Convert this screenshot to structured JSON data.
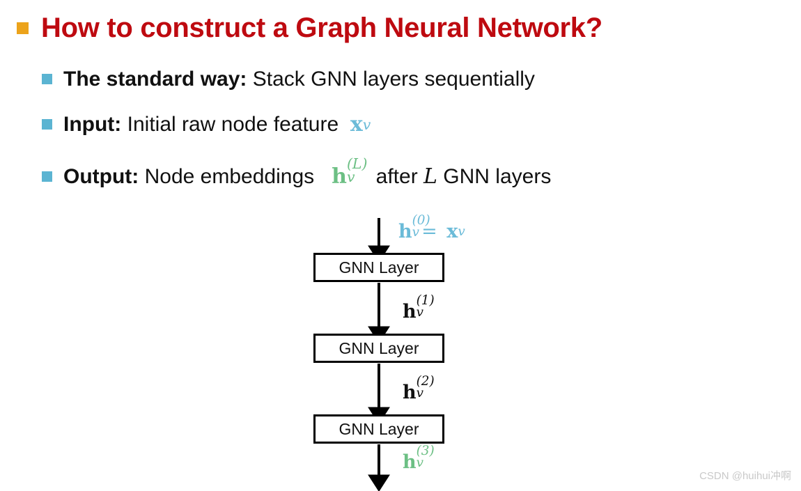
{
  "slide": {
    "background_color": "#FFFFFF",
    "title": {
      "text": "How to construct a Graph Neural Network?",
      "color": "#BE0A10",
      "bullet_color": "#ECA31B"
    },
    "bullet_color": "#5BB4D2",
    "bullets": [
      {
        "label": "The standard way:",
        "rest": "Stack GNN layers sequentially"
      },
      {
        "label": "Input:",
        "rest": "Initial raw node feature",
        "symbol": {
          "base": "x",
          "sub": "v",
          "color": "#6BBBD8"
        }
      },
      {
        "label": "Output:",
        "rest": "Node embeddings",
        "symbol": {
          "base": "h",
          "sup": "(L)",
          "sub": "v",
          "color": "#6CBF84"
        },
        "tail_pre": "after",
        "tail_var": "L",
        "tail_post": "GNN layers"
      }
    ]
  },
  "diagram": {
    "type": "flowchart",
    "box_label": "GNN Layer",
    "box_count": 3,
    "edge_labels": [
      {
        "base": "h",
        "sup": "(0)",
        "sub": "v",
        "equals": "=",
        "rhs_base": "x",
        "rhs_sub": "v",
        "color": "#6BBBD8"
      },
      {
        "base": "h",
        "sup": "(1)",
        "sub": "v",
        "color": "#111111"
      },
      {
        "base": "h",
        "sup": "(2)",
        "sub": "v",
        "color": "#111111"
      },
      {
        "base": "h",
        "sup": "(3)",
        "sub": "v",
        "color": "#6CBF84"
      }
    ]
  },
  "watermark": {
    "text": "CSDN @huihui冲啊",
    "color": "#C9C9C9"
  }
}
